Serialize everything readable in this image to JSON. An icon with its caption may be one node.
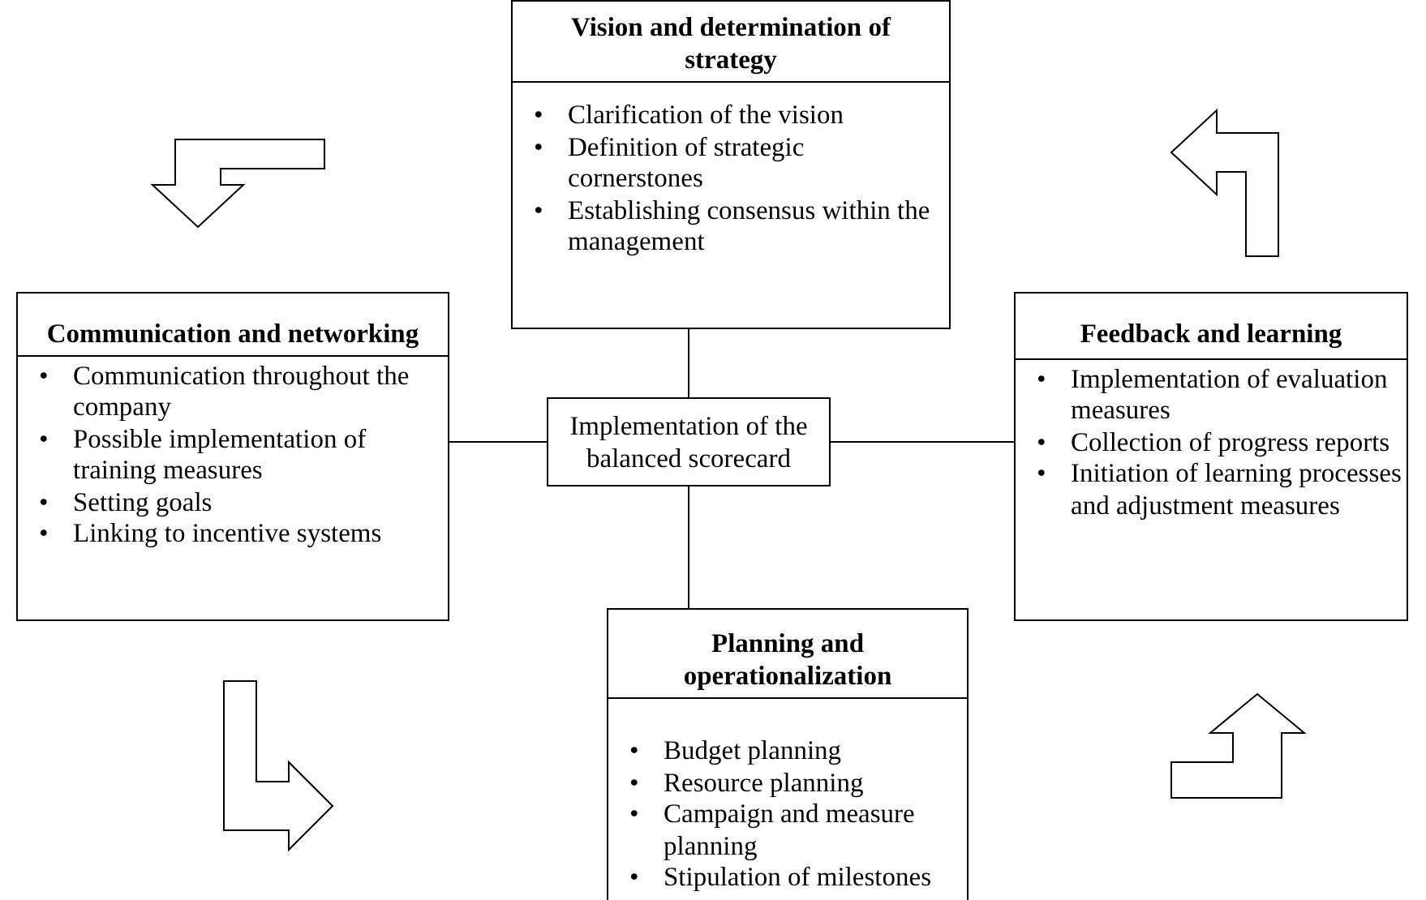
{
  "diagram": {
    "nodes": [
      {
        "text": [
          "Vision and determination of strategy",
          "• Clarification of the vision",
          "• Definition of strategic cornerstones",
          "• Establishing consensus within the management"
        ]
      },
      {
        "text": [
          "Communication and networking",
          "• Communication throughout the company",
          "• Possible implementation of training measures",
          "• Setting goals",
          "• Linking to incentive systems"
        ]
      },
      {
        "text": [
          "Implementation of the balanced scorecard"
        ]
      },
      {
        "text": [
          "Feedback and learning",
          "• Implementation of evaluation measures",
          "• Collection of progress reports",
          "• Initiation of learning processes and adjustment measures"
        ]
      },
      {
        "text": [
          "Planning and operationalization",
          "• Budget planning",
          "• Resource planning",
          "• Campaign and measure planning",
          "• Stipulation of milestones"
        ]
      }
    ],
    "edges": [
      {
        "from": 2,
        "to": 0,
        "arrow": "none"
      },
      {
        "from": 2,
        "to": 1,
        "arrow": "none"
      },
      {
        "from": 2,
        "to": 3,
        "arrow": "none"
      },
      {
        "from": 2,
        "to": 4,
        "arrow": "none"
      }
    ]
  }
}
